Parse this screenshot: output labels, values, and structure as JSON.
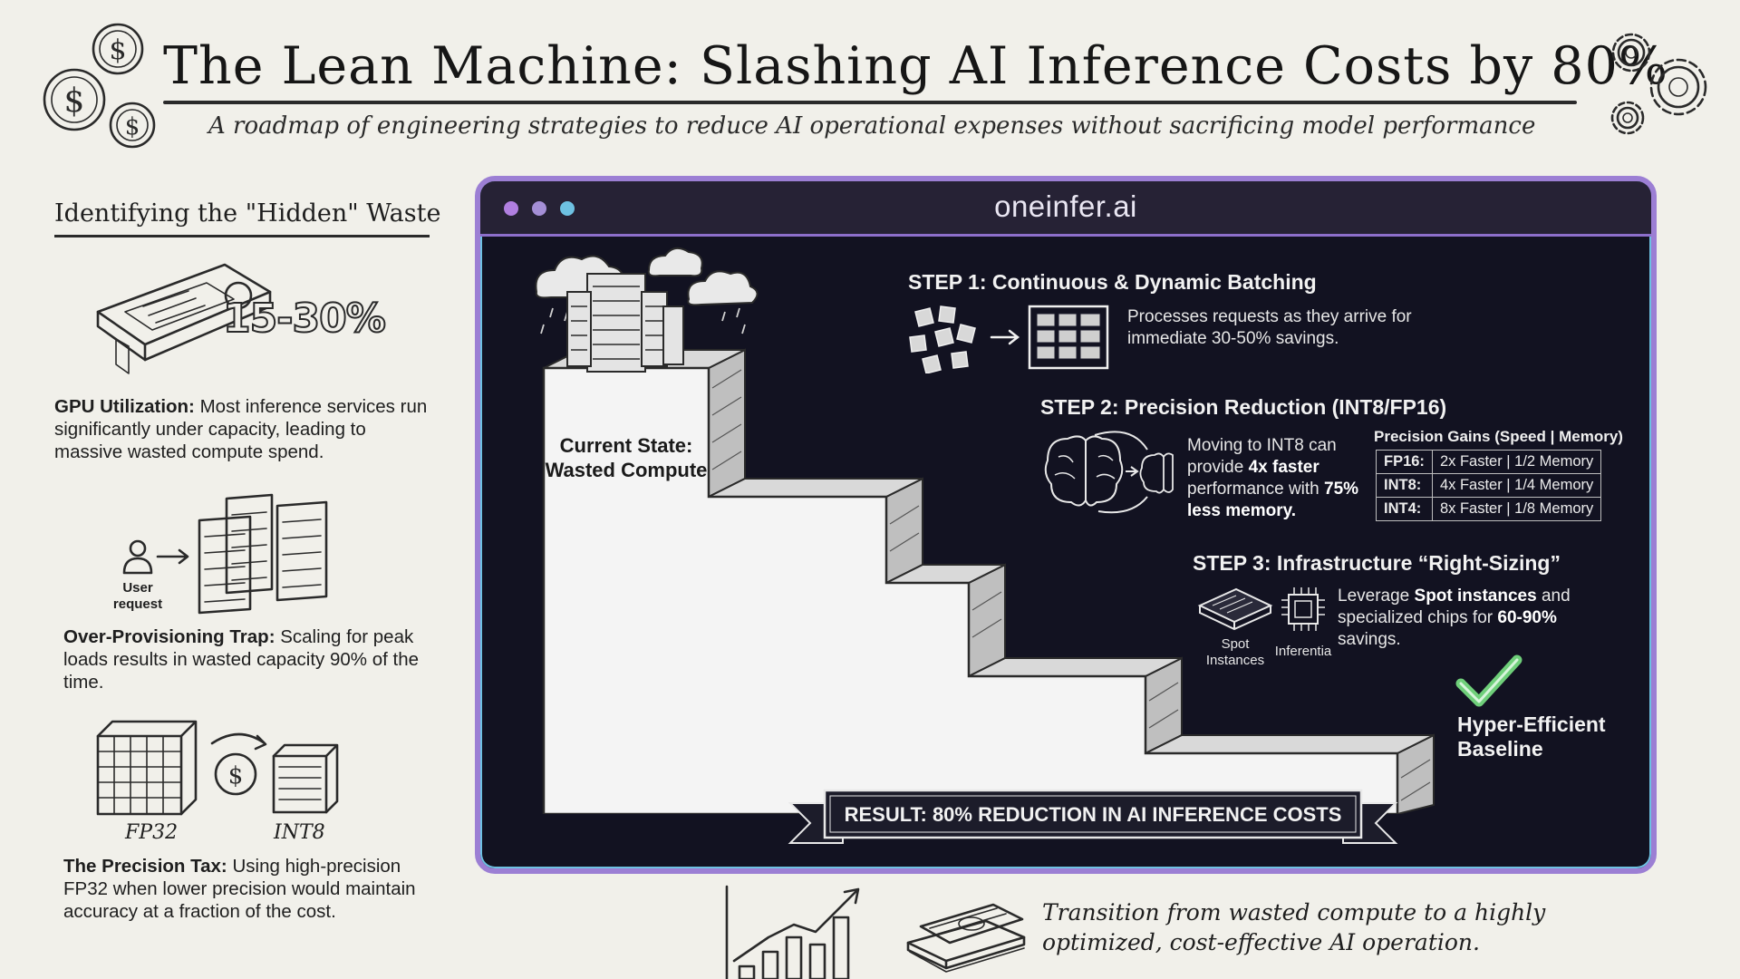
{
  "header": {
    "title": "The Lean Machine: Slashing AI Inference Costs by 80%",
    "subtitle": "A roadmap of engineering strategies to reduce AI operational expenses without sacrificing model performance"
  },
  "left_panel": {
    "heading": "Identifying the \"Hidden\" Waste",
    "gpu": {
      "percent_label": "15-30%",
      "title": "GPU Utilization:",
      "text": " Most inference services run significantly under capacity, leading to massive wasted compute spend."
    },
    "overprovision": {
      "user_label": "User request",
      "title": "Over-Provisioning Trap:",
      "text": " Scaling for peak loads results in wasted capacity 90% of the time."
    },
    "precision": {
      "from_label": "FP32",
      "to_label": "INT8",
      "title": "The Precision Tax:",
      "text": " Using high-precision FP32 when lower precision would maintain accuracy at a fraction of the cost."
    }
  },
  "browser": {
    "url": "oneinfer.ai",
    "dot_colors": [
      "#b07fe0",
      "#a48fd6",
      "#6ec1e2"
    ],
    "current_state": {
      "line1": "Current State:",
      "line2": "Wasted Compute"
    },
    "step1": {
      "title": "STEP 1: Continuous & Dynamic Batching",
      "text": "Processes requests as they arrive for immediate 30-50% savings."
    },
    "step2": {
      "title": "STEP 2: Precision Reduction (INT8/FP16)",
      "text_a": "Moving to INT8 can provide ",
      "text_bold_1": "4x faster",
      "text_b": " performance with ",
      "text_bold_2": "75% less memory.",
      "table_caption": "Precision Gains (Speed | Memory)",
      "table_rows": [
        {
          "label": "FP16:",
          "value": "2x Faster | 1/2 Memory"
        },
        {
          "label": "INT8:",
          "value": "4x Faster | 1/4 Memory"
        },
        {
          "label": "INT4:",
          "value": "8x Faster | 1/8 Memory"
        }
      ]
    },
    "step3": {
      "title": "STEP 3: Infrastructure “Right-Sizing”",
      "text_a": "Leverage ",
      "text_bold_1": "Spot instances",
      "text_b": " and specialized chips for ",
      "text_bold_2": "60-90%",
      "text_c": " savings.",
      "spot_label": "Spot Instances",
      "chip_label": "Inferentia"
    },
    "baseline": {
      "line1": "Hyper-Efficient",
      "line2": "Baseline"
    },
    "check_color": "#6fcf7a",
    "result": "RESULT: 80% REDUCTION IN AI INFERENCE COSTS"
  },
  "footer": {
    "text": "Transition from wasted compute to a highly optimized, cost-effective AI operation."
  }
}
